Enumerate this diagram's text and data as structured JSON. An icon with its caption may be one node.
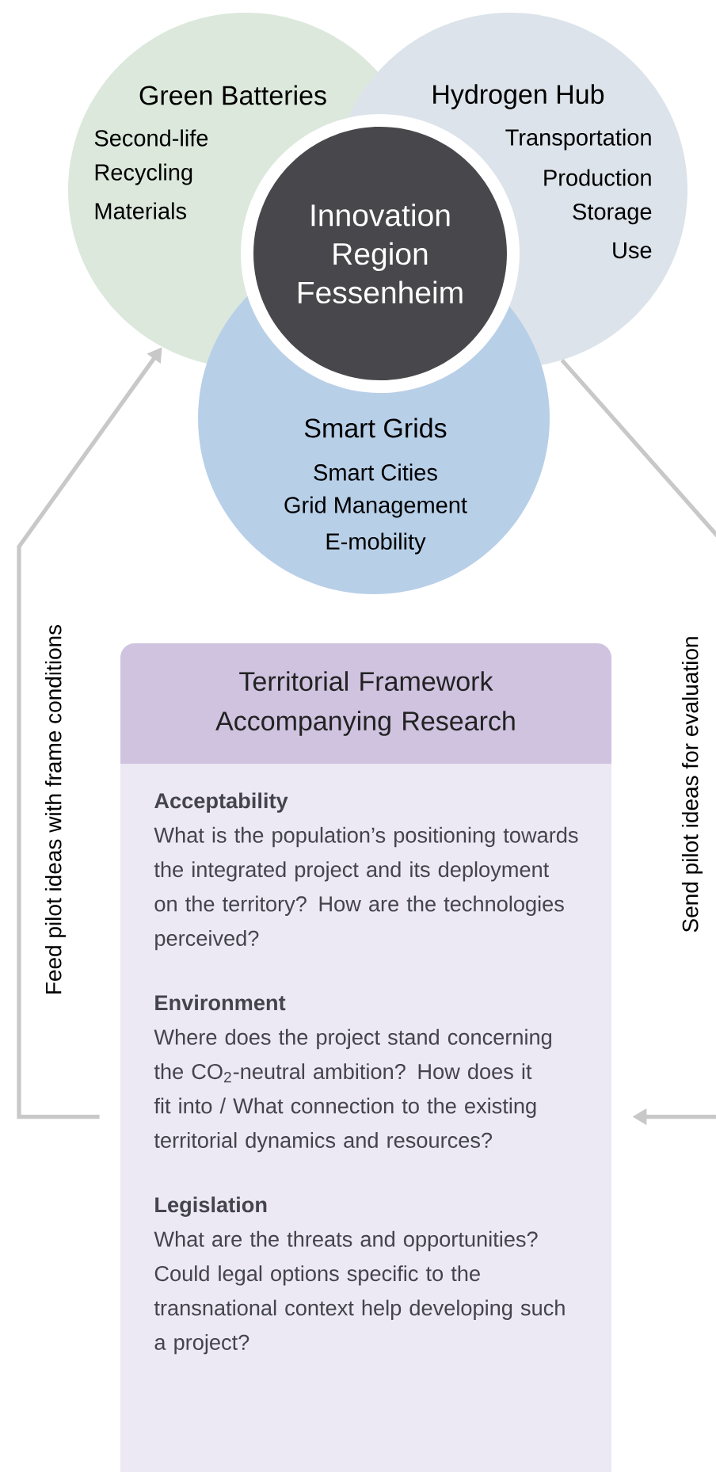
{
  "diagram": {
    "nodes": [
      {
        "text": [
          "Green Batteries",
          "Second-life",
          "Recycling",
          "Materials"
        ]
      },
      {
        "text": [
          "Hydrogen Hub",
          "Transportation",
          "Production",
          "Storage",
          "Use"
        ]
      },
      {
        "text": [
          "Smart Grids",
          "Smart Cities",
          "Grid Management",
          "E-mobility"
        ]
      },
      {
        "text": [
          "Innovation Region Fessenheim"
        ]
      },
      {
        "text": [
          "Territorial Framework Accompanying Research",
          "Acceptability",
          "What is the population’s positioning towards the integrated project and its deployment on the territory? How are the technologies perceived?",
          "Environment",
          "Where does the project stand concerning the CO$_{2}$-neutral ambition? How does it fit into / What connection to the existing territorial dynamics and resources?",
          "Legislation",
          "What are the threats and opportunities? Could legal options specific to the transnational context help developing such a project?"
        ]
      }
    ],
    "edges": [
      {
        "from": 4,
        "to": 0,
        "arrow": "to",
        "label": "Feed pilot ideas with frame conditions"
      },
      {
        "from": 1,
        "to": 4,
        "arrow": "to",
        "label": "Send pilot ideas for evaluation"
      }
    ]
  }
}
